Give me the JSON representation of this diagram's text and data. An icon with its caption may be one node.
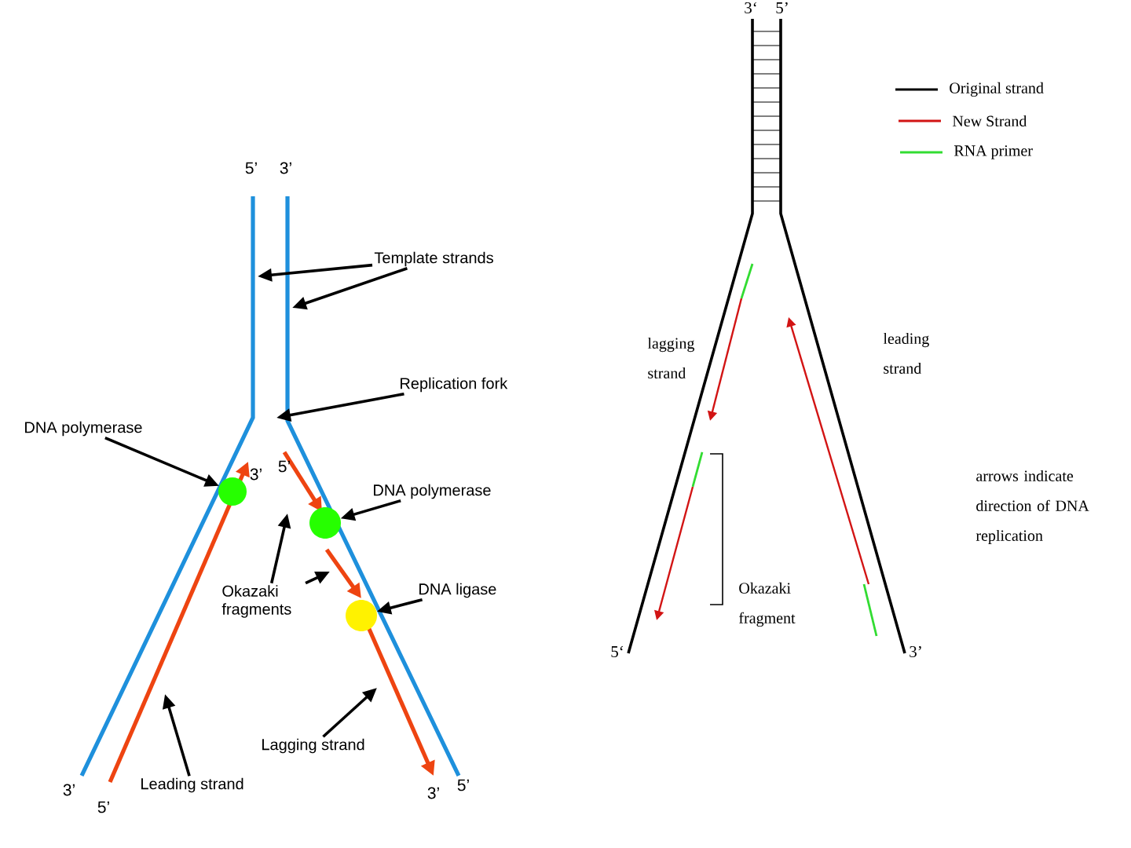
{
  "diagram": {
    "nodes": [
      {
        "text": [
          "Template strands"
        ]
      },
      {
        "text": [
          "Replication fork"
        ]
      },
      {
        "text": [
          "DNA polymerase"
        ]
      },
      {
        "text": [
          "DNA polymerase"
        ]
      },
      {
        "text": [
          "DNA ligase"
        ]
      },
      {
        "text": [
          "Okazaki fragments"
        ]
      },
      {
        "text": [
          "Leading strand"
        ]
      },
      {
        "text": [
          "Lagging strand"
        ]
      },
      {
        "text": [],
        "shape": "circle"
      },
      {
        "text": [],
        "shape": "circle"
      },
      {
        "text": [],
        "shape": "circle"
      }
    ],
    "edges": [
      {
        "from": 0,
        "to": null,
        "arrow": "to"
      },
      {
        "from": 0,
        "to": null,
        "arrow": "to"
      },
      {
        "from": 1,
        "to": null,
        "arrow": "to"
      },
      {
        "from": 2,
        "to": 8,
        "arrow": "to"
      },
      {
        "from": 3,
        "to": 9,
        "arrow": "to"
      },
      {
        "from": 4,
        "to": 10,
        "arrow": "to"
      },
      {
        "from": 5,
        "to": null,
        "arrow": "to"
      },
      {
        "from": 5,
        "to": null,
        "arrow": "to"
      },
      {
        "from": 7,
        "to": null,
        "arrow": "to"
      },
      {
        "from": 6,
        "to": null,
        "arrow": "to"
      }
    ],
    "labels": [
      "5’",
      "3’",
      "3’",
      "5’",
      "3’",
      "5’",
      "3’",
      "5’",
      "3‘",
      "5’",
      "lagging strand",
      "leading strand",
      "Okazaki fragment",
      "arrows indicate direction of DNA replication",
      "5‘",
      "3’"
    ],
    "legend": [
      {
        "text": "Original strand"
      },
      {
        "text": "New Strand"
      },
      {
        "text": "RNA primer"
      }
    ]
  }
}
